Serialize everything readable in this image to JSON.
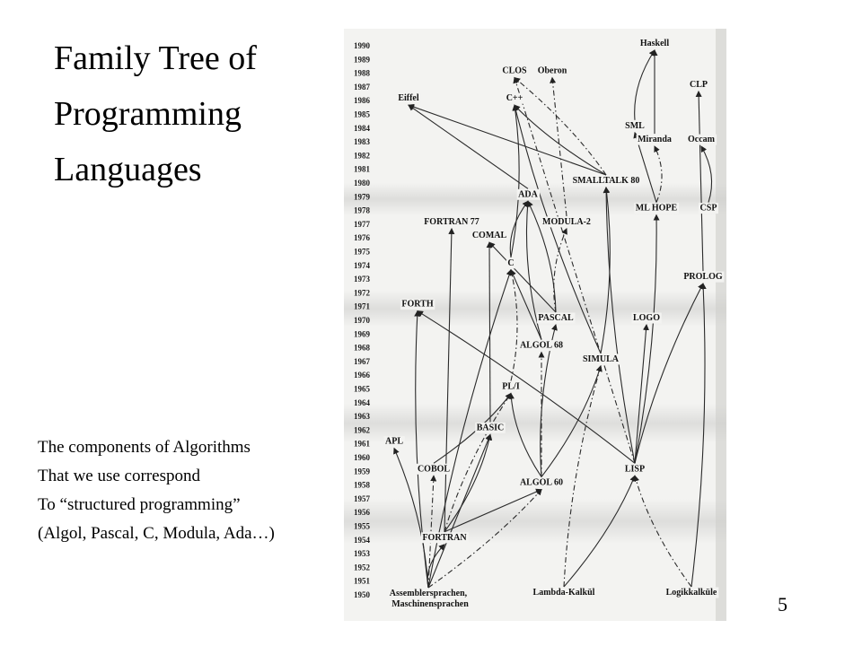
{
  "slide": {
    "title_lines": [
      "Family Tree of",
      "Programming",
      "Languages"
    ],
    "body_lines": [
      "The components of Algorithms",
      "That we use correspond",
      "To “structured programming”",
      "(Algol, Pascal, C, Modula, Ada…)"
    ],
    "page_number": "5"
  },
  "diagram": {
    "year_first": 1990,
    "year_last": 1950,
    "nodes": [
      {
        "id": "haskell",
        "label": "Haskell",
        "year": 1990
      },
      {
        "id": "clos",
        "label": "CLOS",
        "year": 1988
      },
      {
        "id": "oberon",
        "label": "Oberon",
        "year": 1988
      },
      {
        "id": "clp",
        "label": "CLP",
        "year": 1987
      },
      {
        "id": "cpp",
        "label": "C++",
        "year": 1986
      },
      {
        "id": "eiffel",
        "label": "Eiffel",
        "year": 1986
      },
      {
        "id": "sml",
        "label": "SML",
        "year": 1984
      },
      {
        "id": "miranda",
        "label": "Miranda",
        "year": 1983
      },
      {
        "id": "occam",
        "label": "Occam",
        "year": 1983
      },
      {
        "id": "smalltalk80",
        "label": "SMALLTALK 80",
        "year": 1980
      },
      {
        "id": "ada",
        "label": "ADA",
        "year": 1979
      },
      {
        "id": "mlhope",
        "label": "ML HOPE",
        "year": 1978
      },
      {
        "id": "csp",
        "label": "CSP",
        "year": 1978
      },
      {
        "id": "fortran77",
        "label": "FORTRAN 77",
        "year": 1977
      },
      {
        "id": "modula2",
        "label": "MODULA-2",
        "year": 1977
      },
      {
        "id": "comal",
        "label": "COMAL",
        "year": 1976
      },
      {
        "id": "c",
        "label": "C",
        "year": 1974
      },
      {
        "id": "prolog",
        "label": "PROLOG",
        "year": 1973
      },
      {
        "id": "forth",
        "label": "FORTH",
        "year": 1971
      },
      {
        "id": "pascal",
        "label": "PASCAL",
        "year": 1970
      },
      {
        "id": "logo",
        "label": "LOGO",
        "year": 1970
      },
      {
        "id": "algol68",
        "label": "ALGOL 68",
        "year": 1968
      },
      {
        "id": "simula",
        "label": "SIMULA",
        "year": 1967
      },
      {
        "id": "pl1",
        "label": "PL/I",
        "year": 1965
      },
      {
        "id": "basic",
        "label": "BASIC",
        "year": 1962
      },
      {
        "id": "apl",
        "label": "APL",
        "year": 1961
      },
      {
        "id": "lisp",
        "label": "LISP",
        "year": 1959
      },
      {
        "id": "cobol",
        "label": "COBOL",
        "year": 1959
      },
      {
        "id": "algol60",
        "label": "ALGOL 60",
        "year": 1958
      },
      {
        "id": "fortran",
        "label": "FORTRAN",
        "year": 1954
      },
      {
        "id": "assembler",
        "label": "Assemblersprachen,",
        "year": 1950
      },
      {
        "id": "maschinen",
        "label": "Maschinensprachen",
        "year": 1950
      },
      {
        "id": "lambda",
        "label": "Lambda-Kalkül",
        "year": 1950
      },
      {
        "id": "logik",
        "label": "Logikkalküle",
        "year": 1950
      }
    ],
    "edges": [
      {
        "from": "assembler",
        "to": "fortran"
      },
      {
        "from": "assembler",
        "to": "cobol"
      },
      {
        "from": "assembler",
        "to": "apl"
      },
      {
        "from": "assembler",
        "to": "forth"
      },
      {
        "from": "assembler",
        "to": "basic"
      },
      {
        "from": "assembler",
        "to": "algol60"
      },
      {
        "from": "assembler",
        "to": "c"
      },
      {
        "from": "fortran",
        "to": "algol60"
      },
      {
        "from": "fortran",
        "to": "basic"
      },
      {
        "from": "fortran",
        "to": "pl1"
      },
      {
        "from": "fortran",
        "to": "fortran77"
      },
      {
        "from": "cobol",
        "to": "pl1"
      },
      {
        "from": "algol60",
        "to": "pl1"
      },
      {
        "from": "algol60",
        "to": "algol68"
      },
      {
        "from": "algol60",
        "to": "simula"
      },
      {
        "from": "algol60",
        "to": "pascal"
      },
      {
        "from": "basic",
        "to": "comal"
      },
      {
        "from": "pl1",
        "to": "c"
      },
      {
        "from": "algol68",
        "to": "ada"
      },
      {
        "from": "algol68",
        "to": "c"
      },
      {
        "from": "pascal",
        "to": "ada"
      },
      {
        "from": "pascal",
        "to": "modula2"
      },
      {
        "from": "pascal",
        "to": "comal"
      },
      {
        "from": "c",
        "to": "cpp"
      },
      {
        "from": "c",
        "to": "ada"
      },
      {
        "from": "modula2",
        "to": "oberon"
      },
      {
        "from": "simula",
        "to": "smalltalk80"
      },
      {
        "from": "simula",
        "to": "cpp"
      },
      {
        "from": "smalltalk80",
        "to": "eiffel"
      },
      {
        "from": "smalltalk80",
        "to": "clos"
      },
      {
        "from": "smalltalk80",
        "to": "cpp"
      },
      {
        "from": "ada",
        "to": "eiffel"
      },
      {
        "from": "lambda",
        "to": "lisp"
      },
      {
        "from": "lambda",
        "to": "simula"
      },
      {
        "from": "lisp",
        "to": "logo"
      },
      {
        "from": "lisp",
        "to": "mlhope"
      },
      {
        "from": "lisp",
        "to": "smalltalk80"
      },
      {
        "from": "lisp",
        "to": "clos"
      },
      {
        "from": "lisp",
        "to": "forth"
      },
      {
        "from": "lisp",
        "to": "prolog"
      },
      {
        "from": "mlhope",
        "to": "sml"
      },
      {
        "from": "mlhope",
        "to": "miranda"
      },
      {
        "from": "sml",
        "to": "haskell"
      },
      {
        "from": "miranda",
        "to": "haskell"
      },
      {
        "from": "logik",
        "to": "prolog"
      },
      {
        "from": "logik",
        "to": "lisp"
      },
      {
        "from": "prolog",
        "to": "clp"
      },
      {
        "from": "csp",
        "to": "occam"
      }
    ]
  }
}
